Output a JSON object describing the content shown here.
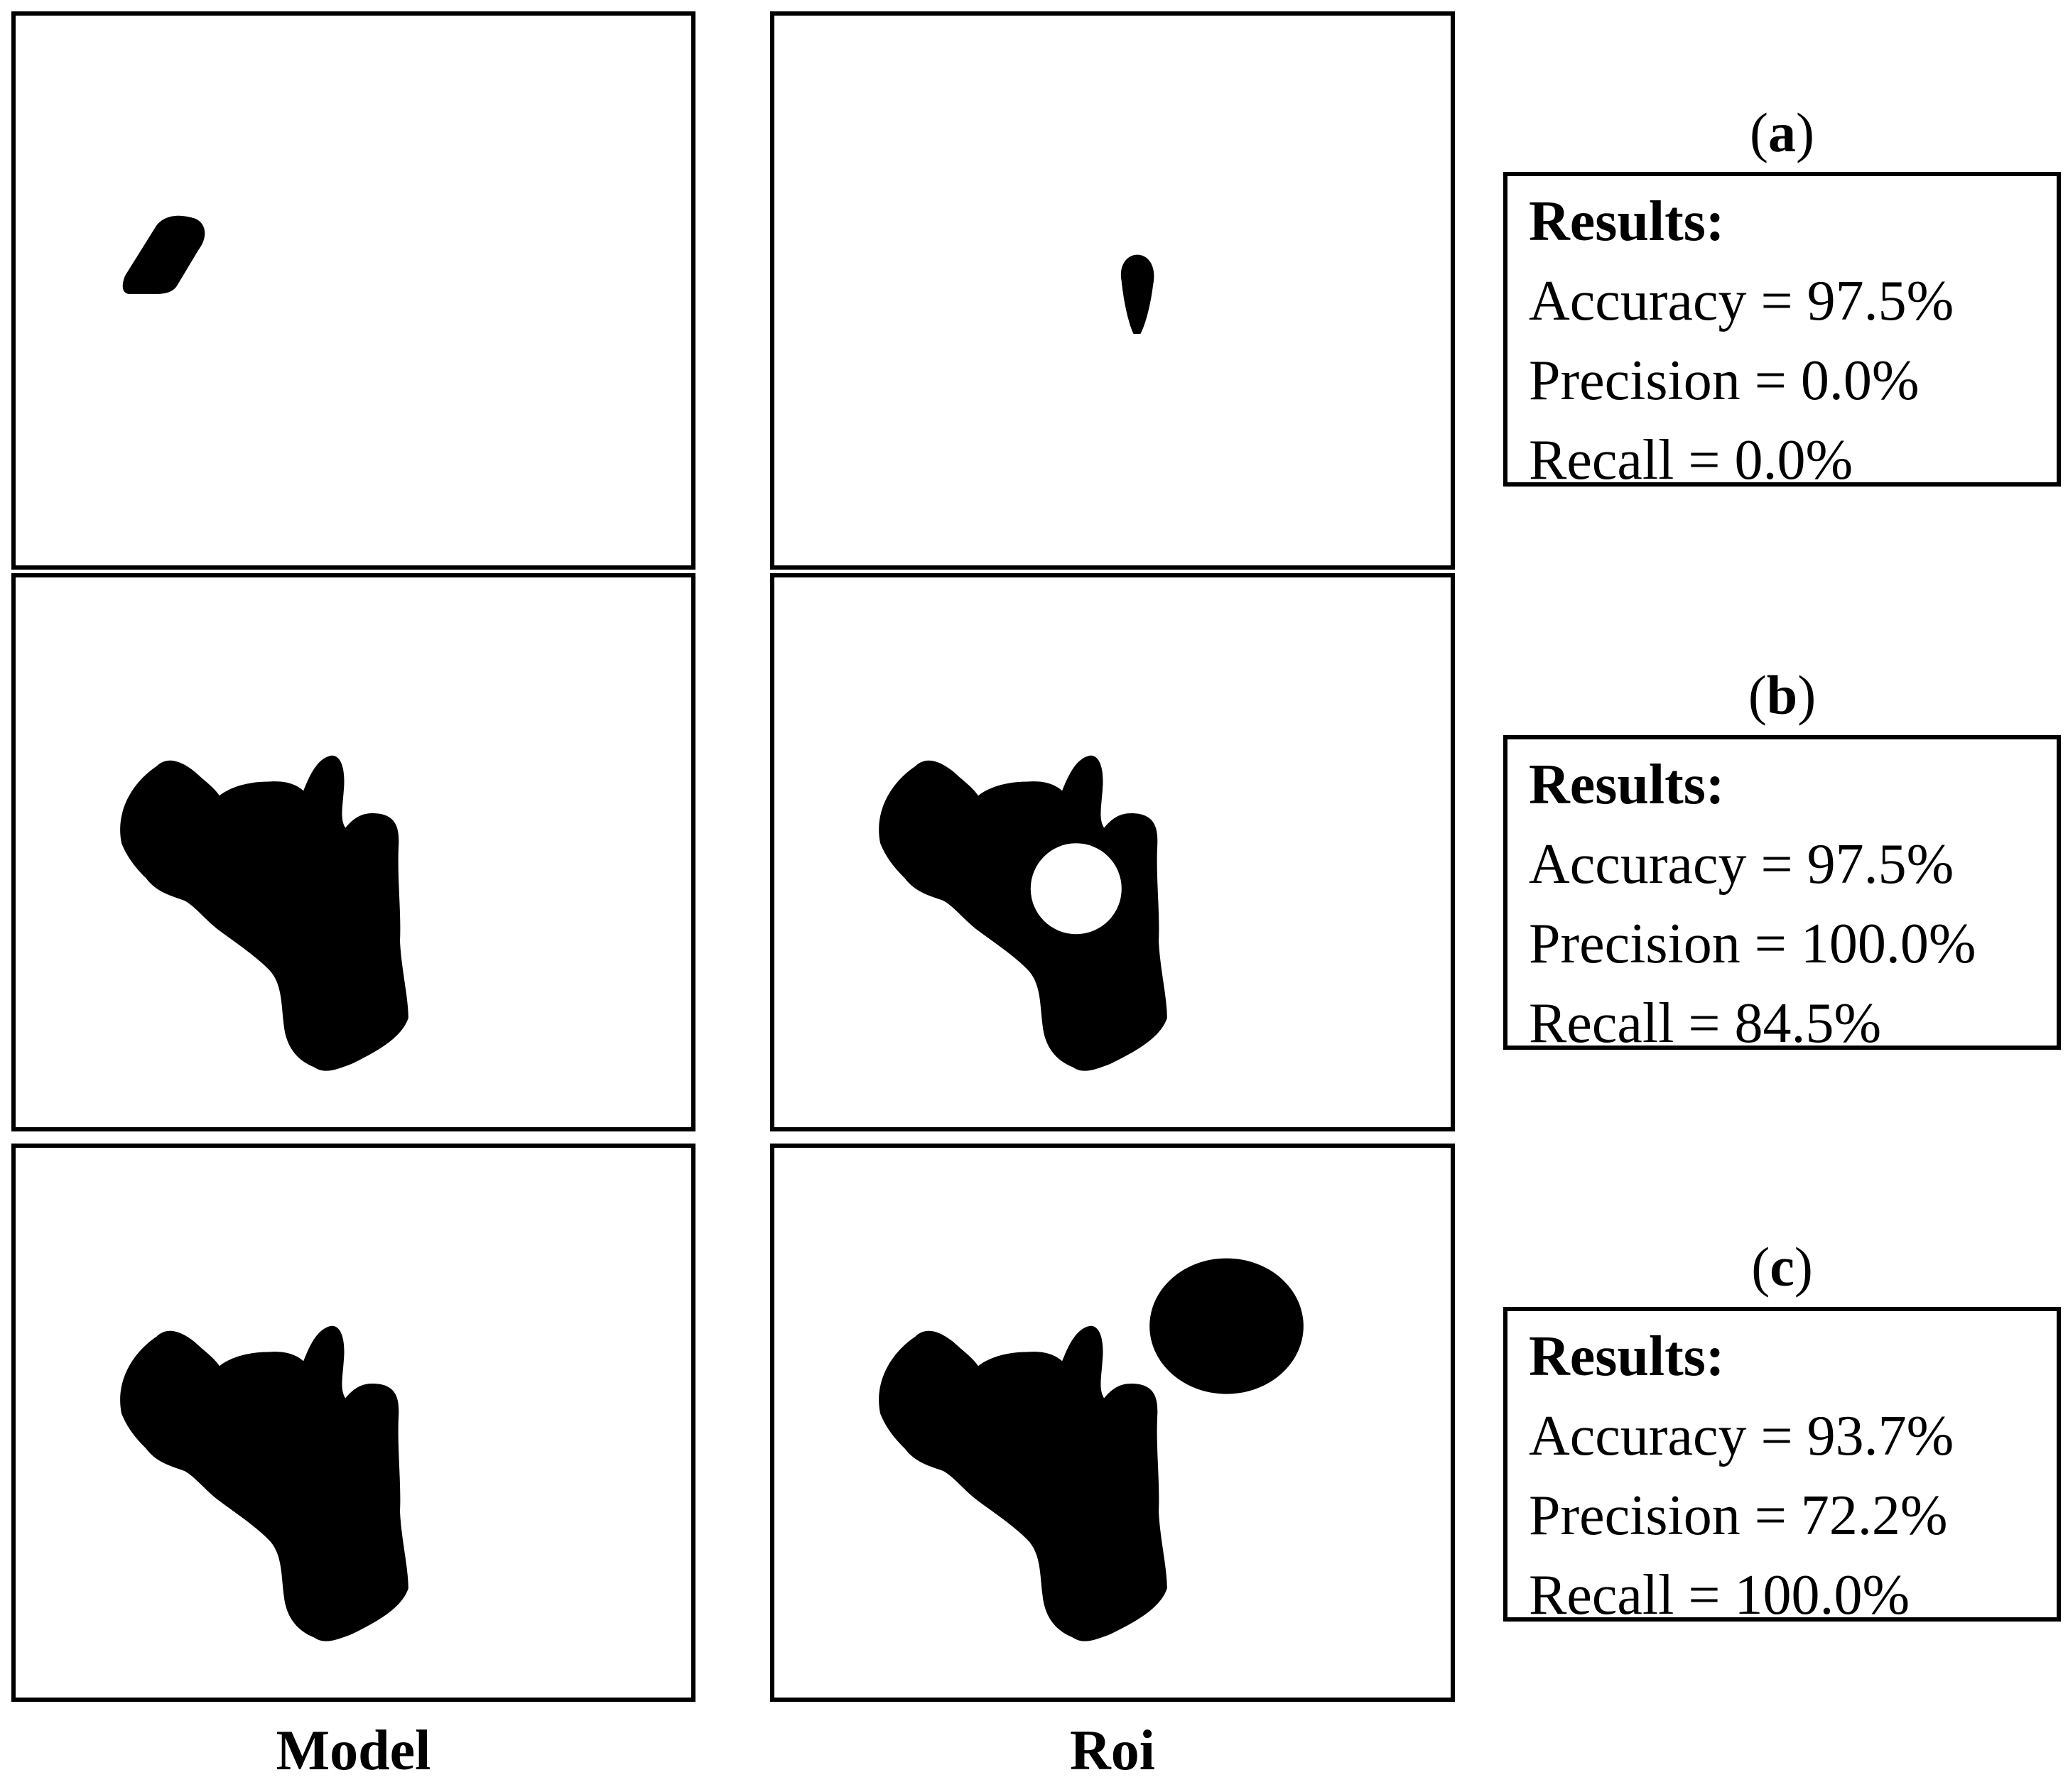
{
  "columns": {
    "model": "Model",
    "roi": "Roi"
  },
  "results_title": "Results:",
  "cases": [
    {
      "letter": "a",
      "accuracy": "Accuracy = 97.5%",
      "precision": "Precision = 0.0%",
      "recall": "Recall = 0.0%"
    },
    {
      "letter": "b",
      "accuracy": "Accuracy = 97.5%",
      "precision": "Precision = 100.0%",
      "recall": "Recall = 84.5%"
    },
    {
      "letter": "c",
      "accuracy": "Accuracy = 93.7%",
      "precision": "Precision = 72.2%",
      "recall": "Recall = 100.0%"
    }
  ],
  "colors": {
    "mask": "#000000",
    "background": "#ffffff"
  }
}
